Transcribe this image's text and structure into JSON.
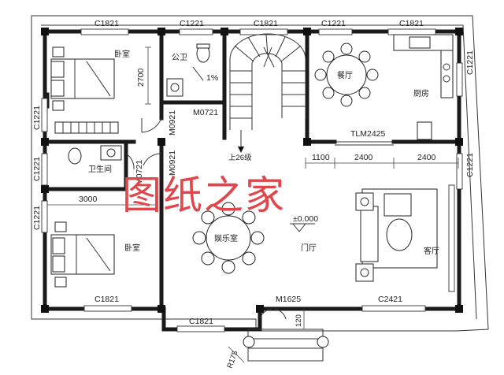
{
  "watermark": "图纸之家",
  "rooms": {
    "bedroom_top": "卧室",
    "public_bath": "公卫",
    "dining": "餐厅",
    "kitchen": "厨房",
    "bathroom": "卫生间",
    "bedroom_bottom": "卧室",
    "entertainment": "娱乐室",
    "foyer": "门厅",
    "living": "客厅"
  },
  "windows": {
    "top_1": "C1821",
    "top_2": "C1221",
    "top_3": "C1821",
    "top_4": "C1221",
    "top_5": "C1821",
    "bottom_left": "C1821",
    "bottom_mid": "C1821",
    "bottom_right": "C2421",
    "left_1": "C1221",
    "left_2": "C1221",
    "left_3": "C1221",
    "right_1": "C1221",
    "right_2": "C1221"
  },
  "doors": {
    "bath_door": "M0721",
    "vertical_1": "M0921",
    "vertical_2": "M0921",
    "bath2_door": "M0721",
    "main_door": "M1625",
    "sliding": "TLM2425"
  },
  "dimensions": {
    "bedroom_height": "2700",
    "bedroom_width": "3000",
    "seg_1": "1100",
    "seg_2": "2400",
    "seg_3": "2400",
    "step": "120",
    "ramp": "R175"
  },
  "annotations": {
    "slope": "1%",
    "stairs": "上26级",
    "elevation": "±0.000"
  }
}
